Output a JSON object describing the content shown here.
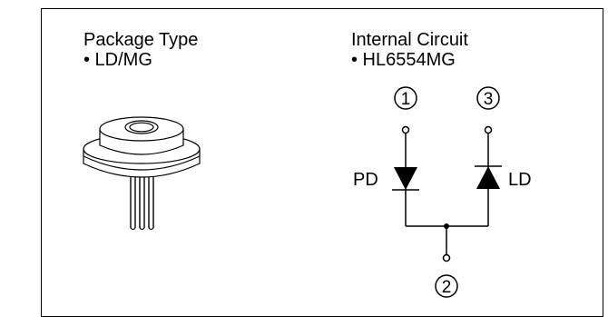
{
  "package": {
    "title": "Package Type",
    "items": [
      "• LD/MG"
    ]
  },
  "circuit": {
    "title": "Internal Circuit",
    "items": [
      "• HL6554MG"
    ],
    "pin_labels": [
      "1",
      "3",
      "2"
    ],
    "left_component": "PD",
    "right_component": "LD"
  }
}
